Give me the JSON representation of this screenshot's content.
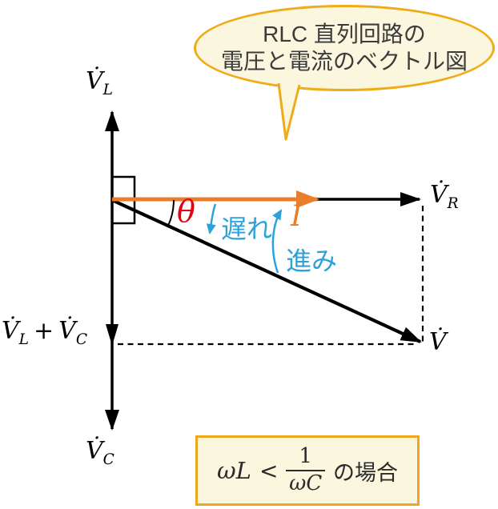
{
  "bubble": {
    "line1": "RLC 直列回路の",
    "line2": "電圧と電流のベクトル図"
  },
  "labels": {
    "vl_main": "V̇",
    "vl_sub": "L",
    "vr_main": "V̇",
    "vr_sub": "R",
    "vc_main": "V̇",
    "vc_sub": "C",
    "v_main": "V̇",
    "sum_a_main": "V̇",
    "sum_a_sub": "L",
    "sum_plus": "+",
    "sum_b_main": "V̇",
    "sum_b_sub": "C",
    "current": "İ",
    "theta": "θ",
    "lag": "遅れ",
    "lead": "進み"
  },
  "condition_box": {
    "lhs": "ωL",
    "lt": "<",
    "num": "1",
    "den": "ωC",
    "suffix": "の場合"
  },
  "colors": {
    "vector_black": "#000000",
    "current_orange": "#E87E2B",
    "angle_red": "#E60012",
    "annotation_blue": "#2BA2D8",
    "callout_border_gold": "#EFAC18",
    "callout_fill_cream": "#FBF6DE"
  }
}
